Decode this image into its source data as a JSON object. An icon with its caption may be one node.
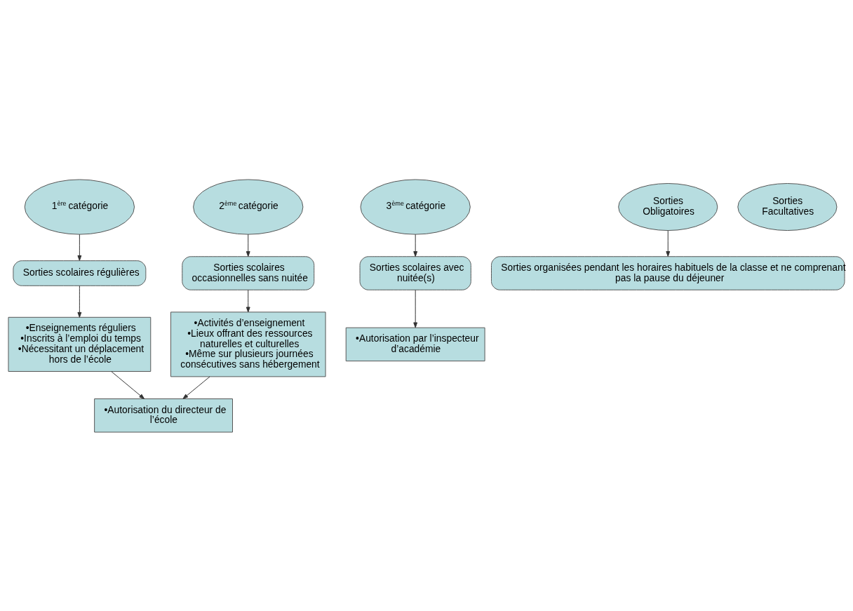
{
  "diagram": {
    "nodes": [
      {
        "text": [
          "1$^{ère}$ catégorie"
        ]
      },
      {
        "text": [
          "2$^{ème}$ catégorie"
        ]
      },
      {
        "text": [
          "3$^{ème}$ catégorie"
        ]
      },
      {
        "text": [
          "Sorties scolaires régulières"
        ]
      },
      {
        "text": [
          "Sorties scolaires occasionnelles sans nuitée"
        ]
      },
      {
        "text": [
          "Sorties scolaires avec nuitée(s)"
        ]
      },
      {
        "text": [
          "•Enseignements réguliers",
          "•Inscrits à l’emploi du temps",
          "•Nécessitant un déplacement hors de l’école"
        ]
      },
      {
        "text": [
          "•Activités d’enseignement",
          "•Lieux offrant des ressources naturelles et culturelles",
          "•Même sur plusieurs journées consécutives sans hébergement"
        ]
      },
      {
        "text": [
          "•Autorisation du directeur de l’école"
        ]
      },
      {
        "text": [
          "•Autorisation par l’inspecteur d’académie"
        ]
      },
      {
        "text": [
          "Sorties Obligatoires"
        ]
      },
      {
        "text": [
          "Sorties organisées pendant les horaires habituels de la classe et ne comprenant pas la pause du déjeuner"
        ]
      },
      {
        "text": [
          "Sorties Facultatives"
        ]
      }
    ],
    "edges": [
      {
        "from": 0,
        "to": 3,
        "arrow": "to"
      },
      {
        "from": 1,
        "to": 4,
        "arrow": "to"
      },
      {
        "from": 2,
        "to": 5,
        "arrow": "to"
      },
      {
        "from": 3,
        "to": 6,
        "arrow": "to"
      },
      {
        "from": 4,
        "to": 7,
        "arrow": "to"
      },
      {
        "from": 6,
        "to": 8,
        "arrow": "to"
      },
      {
        "from": 7,
        "to": 8,
        "arrow": "to"
      },
      {
        "from": 5,
        "to": 9,
        "arrow": "to"
      },
      {
        "from": 10,
        "to": 11,
        "arrow": "to"
      }
    ]
  }
}
